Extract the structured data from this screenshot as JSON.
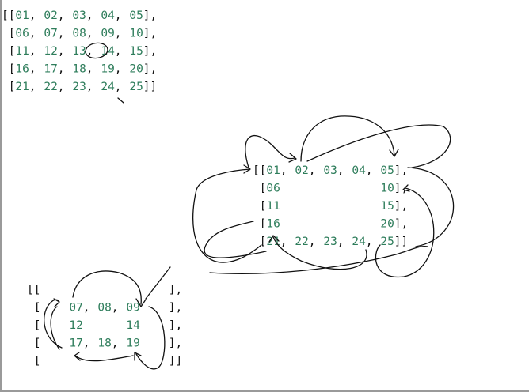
{
  "colors": {
    "bracket": "#111111",
    "number": "#2e7d5b",
    "ink": "#111111"
  },
  "matrix_full": {
    "rows": [
      [
        "01",
        "02",
        "03",
        "04",
        "05"
      ],
      [
        "06",
        "07",
        "08",
        "09",
        "10"
      ],
      [
        "11",
        "12",
        "13",
        "14",
        "15"
      ],
      [
        "16",
        "17",
        "18",
        "19",
        "20"
      ],
      [
        "21",
        "22",
        "23",
        "24",
        "25"
      ]
    ],
    "highlighted": "13"
  },
  "matrix_outer_ring": {
    "rows": [
      [
        "01",
        "02",
        "03",
        "04",
        "05"
      ],
      [
        "06",
        "",
        "",
        "",
        "10"
      ],
      [
        "11",
        "",
        "",
        "",
        "15"
      ],
      [
        "16",
        "",
        "",
        "",
        "20"
      ],
      [
        "21",
        "22",
        "23",
        "24",
        "25"
      ]
    ]
  },
  "matrix_inner_ring": {
    "rows": [
      [
        "",
        "",
        "",
        "",
        ""
      ],
      [
        "",
        "07",
        "08",
        "09",
        ""
      ],
      [
        "",
        "12",
        "",
        "14",
        ""
      ],
      [
        "",
        "17",
        "18",
        "19",
        ""
      ],
      [
        "",
        "",
        "",
        "",
        ""
      ]
    ]
  }
}
